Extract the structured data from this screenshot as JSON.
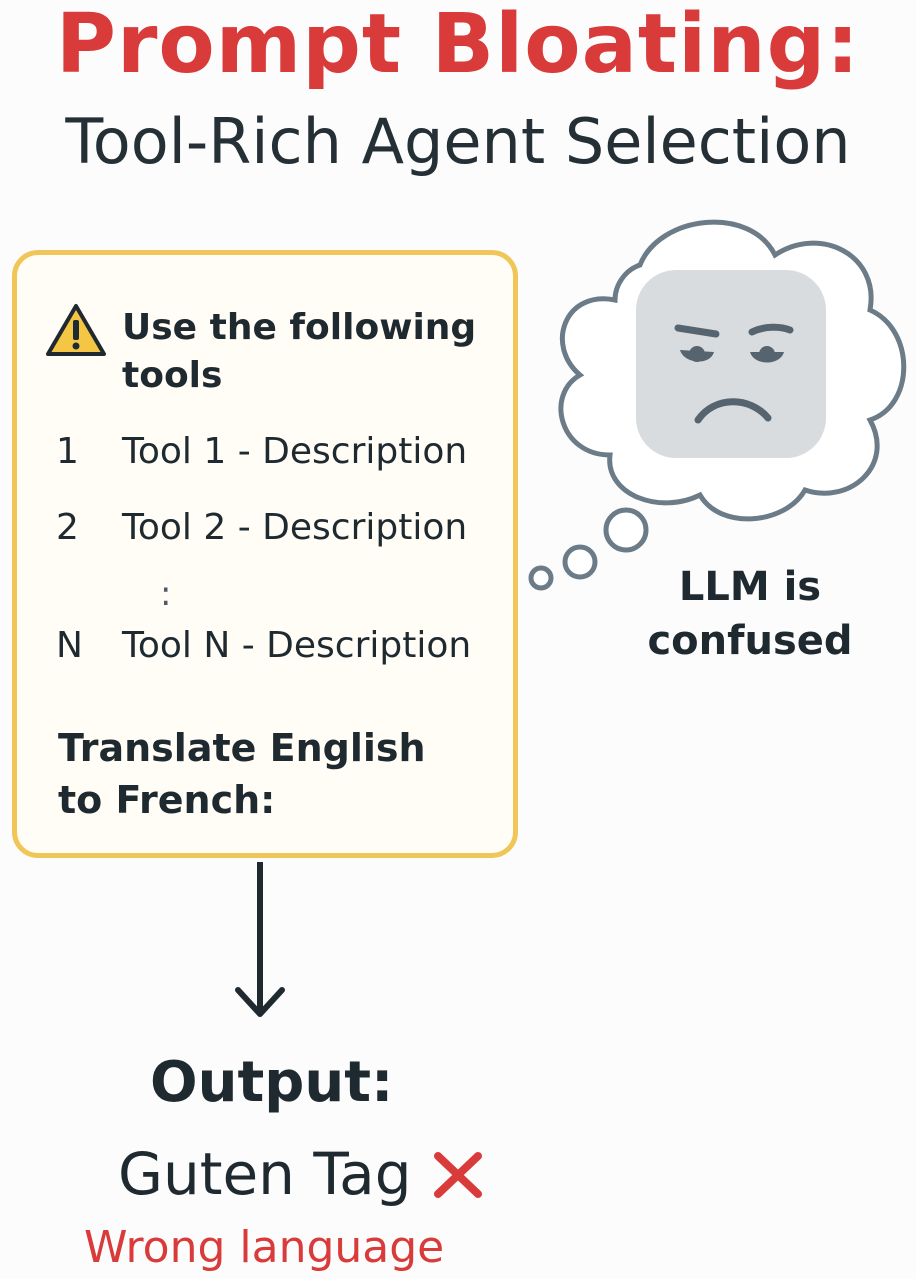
{
  "header": {
    "title": "Prompt Bloating:",
    "subtitle": "Tool-Rich Agent Selection"
  },
  "prompt": {
    "heading": "Use the following tools",
    "tools": [
      {
        "index": "1",
        "label": "Tool 1 - Description"
      },
      {
        "index": "2",
        "label": "Tool 2 - Description"
      },
      {
        "index": "N",
        "label": "Tool N - Description"
      }
    ],
    "ellipsis": ":",
    "task": "Translate English to French:"
  },
  "llm": {
    "label": "LLM is confused",
    "face_icon": "confused-face-icon",
    "bubble_color": "#6b7c88"
  },
  "output": {
    "label": "Output:",
    "value": "Guten Tag",
    "status_icon": "cross-mark-icon",
    "error": "Wrong language"
  },
  "colors": {
    "accent_red": "#d93a3a",
    "box_border": "#f0c658",
    "warning_fill": "#f5c544",
    "text_dark": "#1f2a30"
  }
}
